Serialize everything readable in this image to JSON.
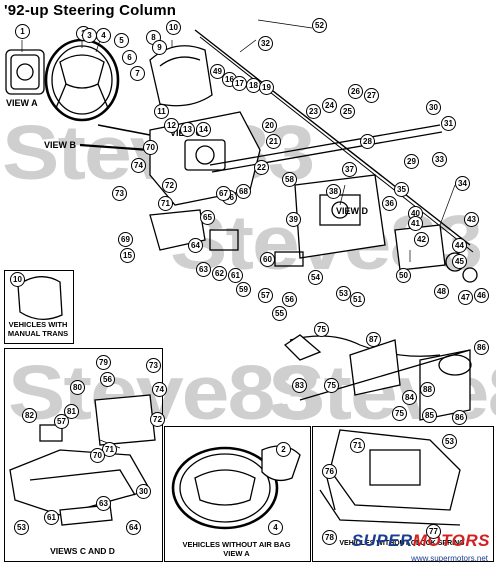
{
  "title": "'92-up Steering Column",
  "watermark": "Steve83",
  "captions": {
    "manual_trans": "VEHICLES WITH\nMANUAL TRANS",
    "views_c_d": "VIEWS C AND D",
    "without_air_bag": "VEHICLES WITHOUT AIR BAG\nVIEW A",
    "without_tilt": "VEHICLES WITHOUT CLOCK SPRING"
  },
  "view_labels": {
    "view_a": "VIEW A",
    "view_b": "VIEW B",
    "view_c": "VIEW C",
    "view_d": "VIEW D"
  },
  "logo": {
    "brand_left": "SUPER",
    "brand_right": "MOTORS",
    "url": "www.supermotors.net"
  },
  "colors": {
    "watermark": "#cfcfcf",
    "logo_blue": "#1a3d8f",
    "logo_red": "#d32020"
  },
  "part_numbers": [
    "1",
    "2",
    "3",
    "4",
    "5",
    "6",
    "7",
    "8",
    "9",
    "10",
    "11",
    "12",
    "13",
    "14",
    "15",
    "16",
    "17",
    "18",
    "19",
    "20",
    "21",
    "22",
    "23",
    "24",
    "25",
    "26",
    "27",
    "28",
    "29",
    "30",
    "31",
    "32",
    "33",
    "34",
    "35",
    "36",
    "37",
    "38",
    "39",
    "40",
    "41",
    "42",
    "43",
    "44",
    "45",
    "46",
    "47",
    "48",
    "49",
    "50",
    "51",
    "52",
    "53",
    "54",
    "55",
    "56",
    "57",
    "58",
    "59",
    "60",
    "61",
    "62",
    "63",
    "64",
    "65",
    "66",
    "67",
    "68",
    "69",
    "70",
    "71",
    "72",
    "73",
    "74",
    "75",
    "76",
    "77",
    "78",
    "79",
    "80",
    "81",
    "82",
    "83",
    "84",
    "85",
    "86",
    "87",
    "88"
  ],
  "main_callouts": [
    "1",
    "2",
    "3",
    "4",
    "5",
    "6",
    "7",
    "8",
    "9",
    "10",
    "11",
    "12",
    "13",
    "14",
    "15",
    "16",
    "17",
    "18",
    "19",
    "20",
    "21",
    "22",
    "23",
    "24",
    "25",
    "26",
    "27",
    "28",
    "29",
    "30",
    "31",
    "32",
    "33",
    "34",
    "35",
    "36",
    "37",
    "38",
    "39",
    "40",
    "41",
    "42",
    "43",
    "44",
    "45",
    "46",
    "47",
    "48",
    "49",
    "50",
    "51",
    "52",
    "53",
    "54",
    "55",
    "56",
    "57",
    "58",
    "59",
    "60",
    "61",
    "62",
    "63",
    "64",
    "65",
    "66",
    "67",
    "68",
    "69",
    "70",
    "71",
    "72",
    "73",
    "74"
  ],
  "shift_callouts": [
    "75",
    "75",
    "75",
    "83",
    "84",
    "85",
    "86",
    "86",
    "87",
    "88"
  ],
  "views_cd_callouts": [
    "79",
    "73",
    "80",
    "74",
    "81",
    "72",
    "82",
    "57",
    "71",
    "70",
    "56",
    "53",
    "61",
    "63",
    "64",
    "30"
  ],
  "no_airbag_callouts": [
    "2",
    "4"
  ],
  "no_clock_callouts": [
    "71",
    "53",
    "76",
    "78",
    "77"
  ],
  "trans_callouts": [
    "10"
  ]
}
